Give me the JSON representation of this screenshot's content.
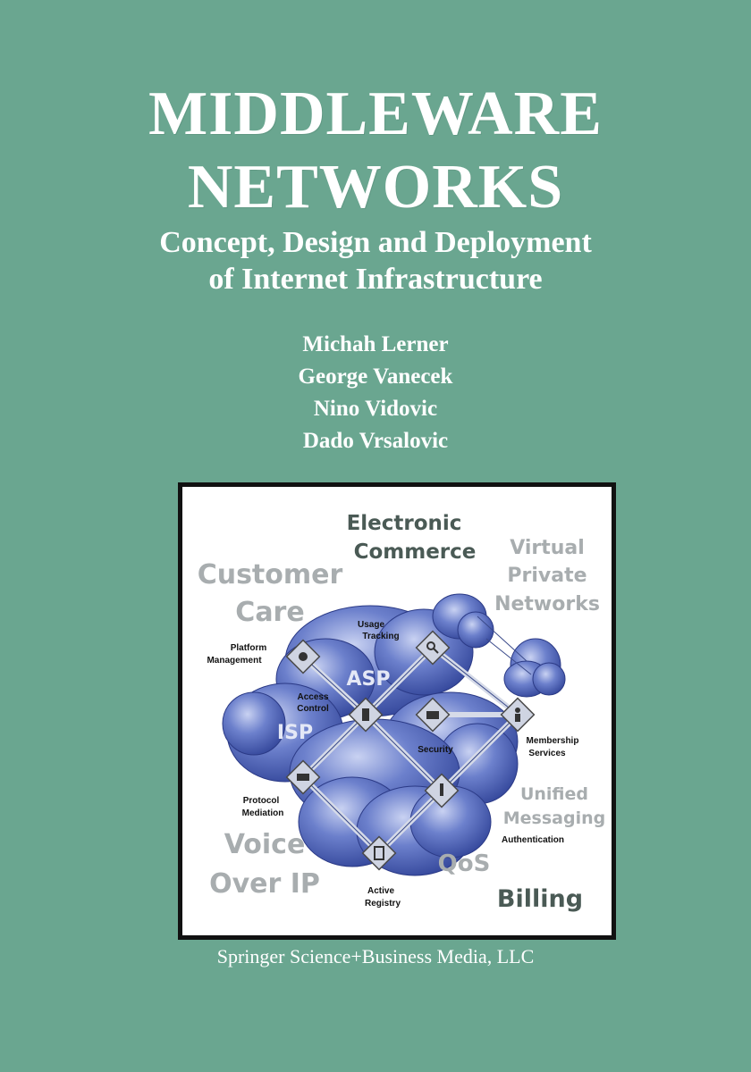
{
  "cover": {
    "title_line1": "MIDDLEWARE",
    "title_line2": "NETWORKS",
    "subtitle_line1": "Concept, Design and Deployment",
    "subtitle_line2": "of Internet Infrastructure",
    "authors": [
      "Michah Lerner",
      "George Vanecek",
      "Nino Vidovic",
      "Dado Vrsalovic"
    ],
    "publisher": "Springer Science+Business Media, LLC",
    "colors": {
      "background": "#6aa690",
      "text": "#ffffff",
      "cloud": "#5a6fbf",
      "label_gray": "#a8adaf",
      "label_dark": "#4a5a55"
    }
  },
  "figure": {
    "labels": {
      "electronic": "Electronic",
      "commerce": "Commerce",
      "virtual": "Virtual",
      "private": "Private",
      "networks": "Networks",
      "customer": "Customer",
      "care": "Care",
      "usage": "Usage",
      "tracking": "Tracking",
      "asp": "ASP",
      "platform": "Platform",
      "management": "Management",
      "access": "Access",
      "control": "Control",
      "isp": "ISP",
      "security": "Security",
      "membership": "Membership",
      "services": "Services",
      "protocol": "Protocol",
      "mediation": "Mediation",
      "unified": "Unified",
      "messaging": "Messaging",
      "voice": "Voice",
      "over_ip": "Over IP",
      "authentication": "Authentication",
      "qos": "QoS",
      "active": "Active",
      "registry": "Registry",
      "billing": "Billing"
    }
  }
}
